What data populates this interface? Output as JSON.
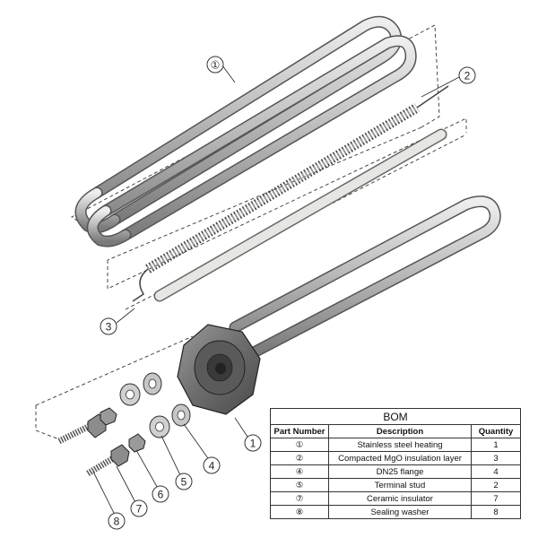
{
  "callouts": [
    {
      "label": "①"
    },
    {
      "label": "2"
    },
    {
      "label": "3"
    },
    {
      "label": "1"
    },
    {
      "label": "4"
    },
    {
      "label": "5"
    },
    {
      "label": "6"
    },
    {
      "label": "7"
    },
    {
      "label": "8"
    }
  ],
  "bom": {
    "title": "BOM",
    "headers": {
      "part_number": "Part Number",
      "description": "Description",
      "quantity": "Quantity"
    },
    "rows": [
      {
        "part": "①",
        "description": "Stainless steel heating",
        "quantity": "1"
      },
      {
        "part": "②",
        "description": "Compacted MgO insulation layer",
        "quantity": "3"
      },
      {
        "part": "④",
        "description": "DN25 flange",
        "quantity": "4"
      },
      {
        "part": "⑤",
        "description": "Terminal stud",
        "quantity": "2"
      },
      {
        "part": "⑦",
        "description": "Ceramic insulator",
        "quantity": "7"
      },
      {
        "part": "⑧",
        "description": "Sealing washer",
        "quantity": "8"
      }
    ]
  },
  "colors": {
    "steel_dark": "#6f6f6f",
    "steel_light": "#d8d8d8",
    "line": "#333333",
    "rod": "#e4e4e0"
  }
}
